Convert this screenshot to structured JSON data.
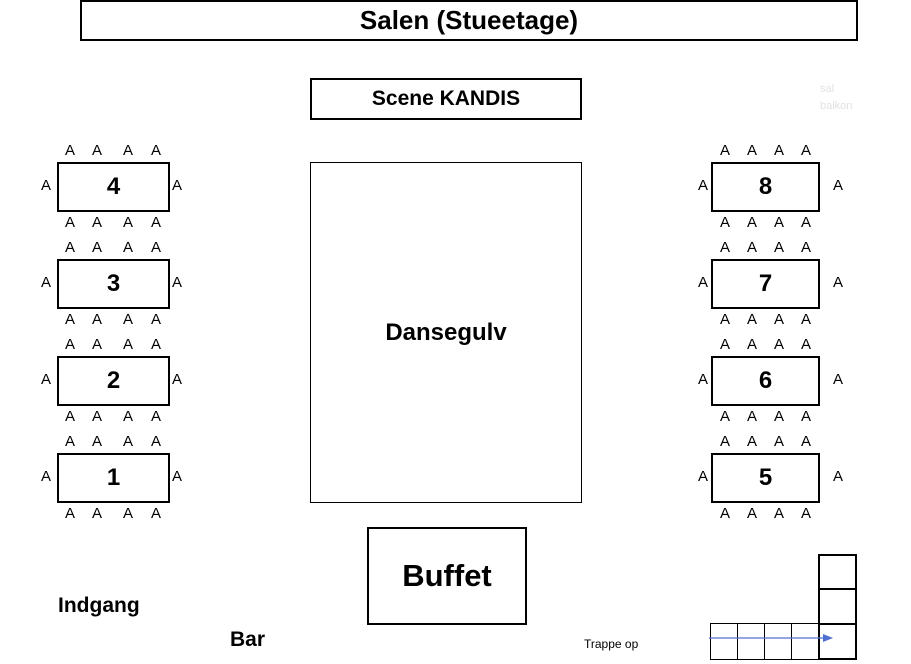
{
  "title": "Salen (Stueetage)",
  "stage": "Scene KANDIS",
  "dance_floor": "Dansegulv",
  "buffet": "Buffet",
  "entrance": "Indgang",
  "bar": "Bar",
  "stairs": "Trappe op",
  "faint_notes": [
    "sal",
    "balkon"
  ],
  "seat_label": "A",
  "tables_left": [
    "4",
    "3",
    "2",
    "1"
  ],
  "tables_right": [
    "8",
    "7",
    "6",
    "5"
  ],
  "colors": {
    "arrow": "#4f6fd1"
  }
}
